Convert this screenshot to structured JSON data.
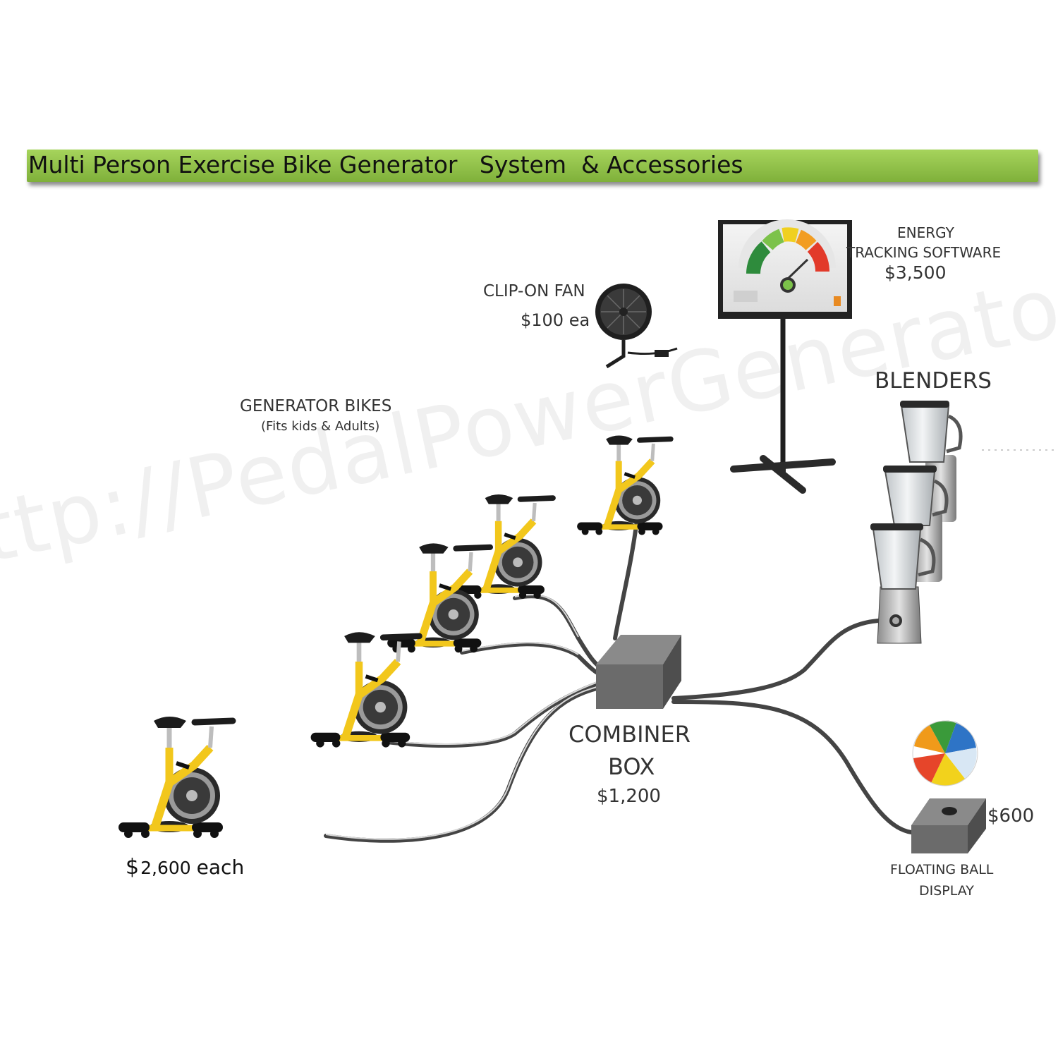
{
  "title": "Multi Person Exercise Bike Generator   System  & Accessories",
  "watermark": "ttp://PedalPowerGenerator.com",
  "components": {
    "software": {
      "name_line1": "ENERGY",
      "name_line2": "TRACKING SOFTWARE",
      "price": "$3,500"
    },
    "fan": {
      "name": "CLIP-ON FAN",
      "price": "$100 ea"
    },
    "bikes": {
      "name": "GENERATOR BIKES",
      "note": "(Fits kids & Adults)",
      "price_symbol": "$",
      "price_value": "2,600",
      "price_suffix": "each"
    },
    "blenders": {
      "name": "BLENDERS"
    },
    "combiner": {
      "name_line1": "COMBINER",
      "name_line2": "BOX",
      "price": "$1,200"
    },
    "ball_display": {
      "name_line1": "FLOATING BALL",
      "name_line2": "DISPLAY",
      "price": "$600"
    }
  },
  "colors": {
    "title_bar": "#8cc047",
    "bike_frame": "#f2c71c",
    "box": "#6b6b6b",
    "cable": "#555555"
  }
}
